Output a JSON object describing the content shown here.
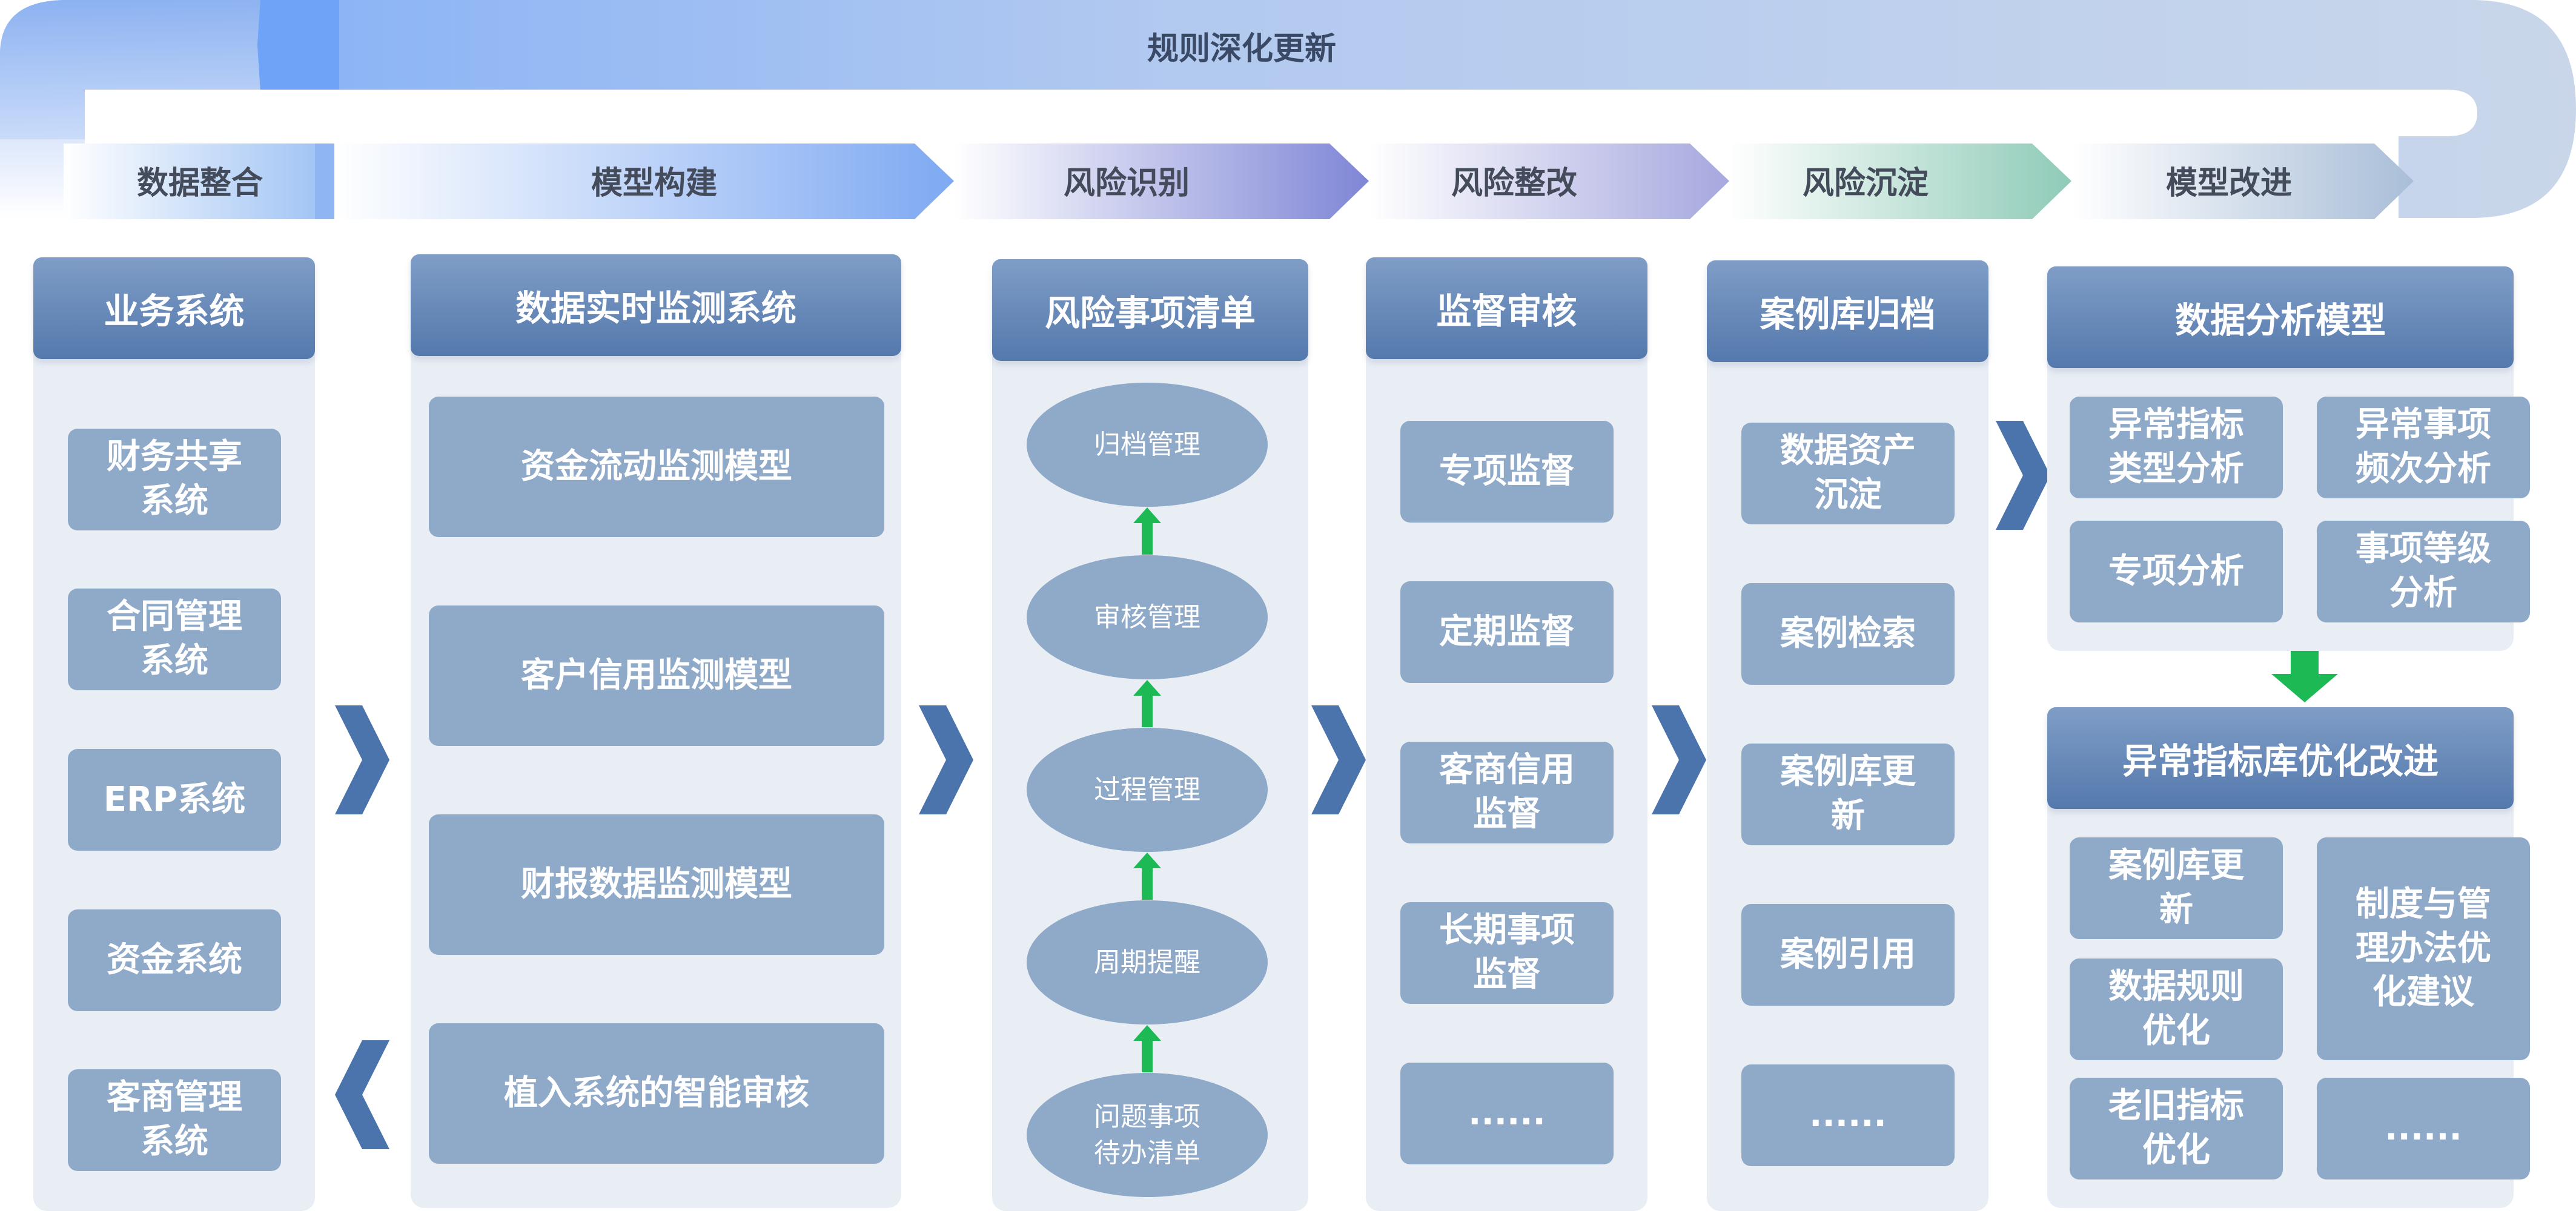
{
  "loop": {
    "title": "规则深化更新"
  },
  "stages": [
    "数据整合",
    "模型构建",
    "风险识别",
    "风险整改",
    "风险沉淀",
    "模型改进"
  ],
  "col1": {
    "title": "业务系统",
    "items": [
      "财务共享\n系统",
      "合同管理\n系统",
      "ERP系统",
      "资金系统",
      "客商管理\n系统"
    ]
  },
  "col2": {
    "title": "数据实时监测系统",
    "items": [
      "资金流动监测模型",
      "客户信用监测模型",
      "财报数据监测模型",
      "植入系统的智能审核"
    ]
  },
  "col3": {
    "title": "风险事项清单",
    "items": [
      "归档管理",
      "审核管理",
      "过程管理",
      "周期提醒",
      "问题事项\n待办清单"
    ]
  },
  "col4": {
    "title": "监督审核",
    "items": [
      "专项监督",
      "定期监督",
      "客商信用\n监督",
      "长期事项\n监督",
      "......"
    ]
  },
  "col5": {
    "title": "案例库归档",
    "items": [
      "数据资产\n沉淀",
      "案例检索",
      "案例库更\n新",
      "案例引用",
      "......"
    ]
  },
  "col6": {
    "title": "数据分析模型",
    "items": [
      "异常指标\n类型分析",
      "异常事项\n频次分析",
      "专项分析",
      "事项等级\n分析"
    ],
    "title2": "异常指标库优化改进",
    "items2": [
      "案例库更\n新",
      "数据规则\n优化",
      "老旧指标\n优化",
      "制度与管\n理办法优\n化建议",
      "......"
    ]
  },
  "colors": {
    "header_blue": "#5479ad",
    "card_blue": "#8fa9c9",
    "column_bg": "#e9eef5",
    "chevron": "#4a74ab",
    "green_arrow": "#1db954"
  }
}
